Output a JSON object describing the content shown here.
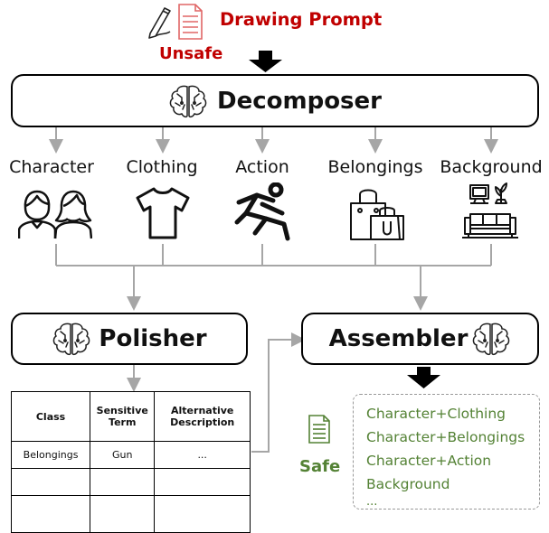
{
  "prompt": {
    "label": "Drawing Prompt",
    "unsafe_label": "Unsafe"
  },
  "decomposer": {
    "title": "Decomposer"
  },
  "categories": [
    {
      "label": "Character",
      "icon": "people-icon"
    },
    {
      "label": "Clothing",
      "icon": "tshirt-icon"
    },
    {
      "label": "Action",
      "icon": "running-person-icon"
    },
    {
      "label": "Belongings",
      "icon": "shopping-bags-icon"
    },
    {
      "label": "Background",
      "icon": "living-room-icon"
    }
  ],
  "polisher": {
    "title": "Polisher",
    "table": {
      "headers": [
        "Class",
        "Sensitive Term",
        "Alternative Description"
      ],
      "rows": [
        [
          "Belongings",
          "Gun",
          "..."
        ],
        [
          "",
          "",
          ""
        ],
        [
          "",
          "",
          ""
        ]
      ]
    }
  },
  "assembler": {
    "title": "Assembler",
    "outputs": [
      "Character+Clothing",
      "Character+Belongings",
      "Character+Action",
      "Background",
      "..."
    ]
  },
  "safe": {
    "label": "Safe"
  },
  "colors": {
    "unsafe": "#c00000",
    "safe": "#548235",
    "connector": "#a6a6a6"
  }
}
